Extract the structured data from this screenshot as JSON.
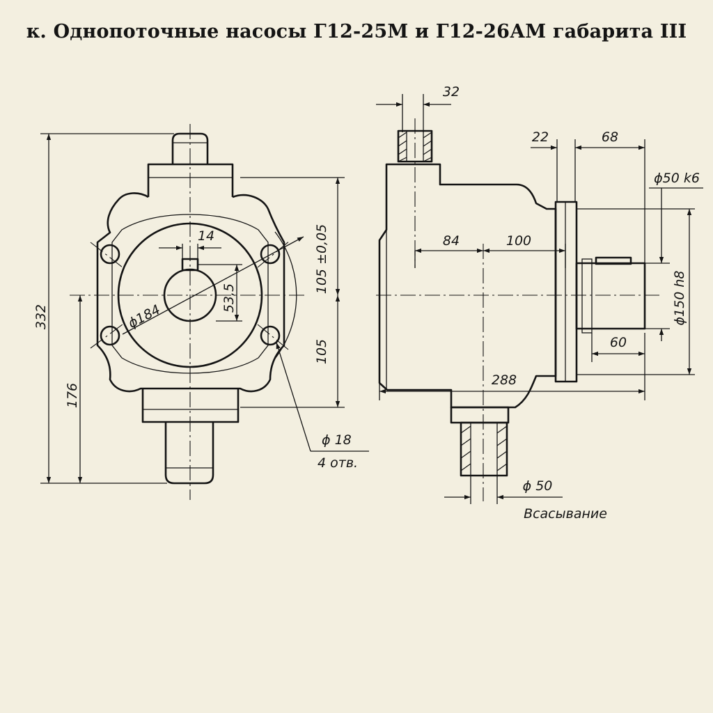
{
  "title": "к. Однопоточные насосы Г12-25М и Г12-26АМ габарита III",
  "front_view": {
    "dim_overall_height": "332",
    "dim_axis_height": "176",
    "dim_key_width": "14",
    "dim_key_depth": "53,5",
    "dim_bolt_circle": "ϕ184",
    "dim_half_pitch_upper": "105 ±0,05",
    "dim_half_pitch_lower": "105",
    "dim_hole_diameter": "ϕ 18",
    "dim_hole_count": "4 отв."
  },
  "side_view": {
    "dim_port_width": "32",
    "dim_flange_thickness": "22",
    "dim_shaft_length": "68",
    "dim_shaft_diameter": "ϕ50 k6",
    "dim_pilot_diameter": "ϕ150 h8",
    "dim_to_center": "84",
    "dim_center_to_flange": "100",
    "dim_key_length": "60",
    "dim_overall_length": "288",
    "dim_suction_diameter": "ϕ 50",
    "suction_label": "Всасывание"
  }
}
